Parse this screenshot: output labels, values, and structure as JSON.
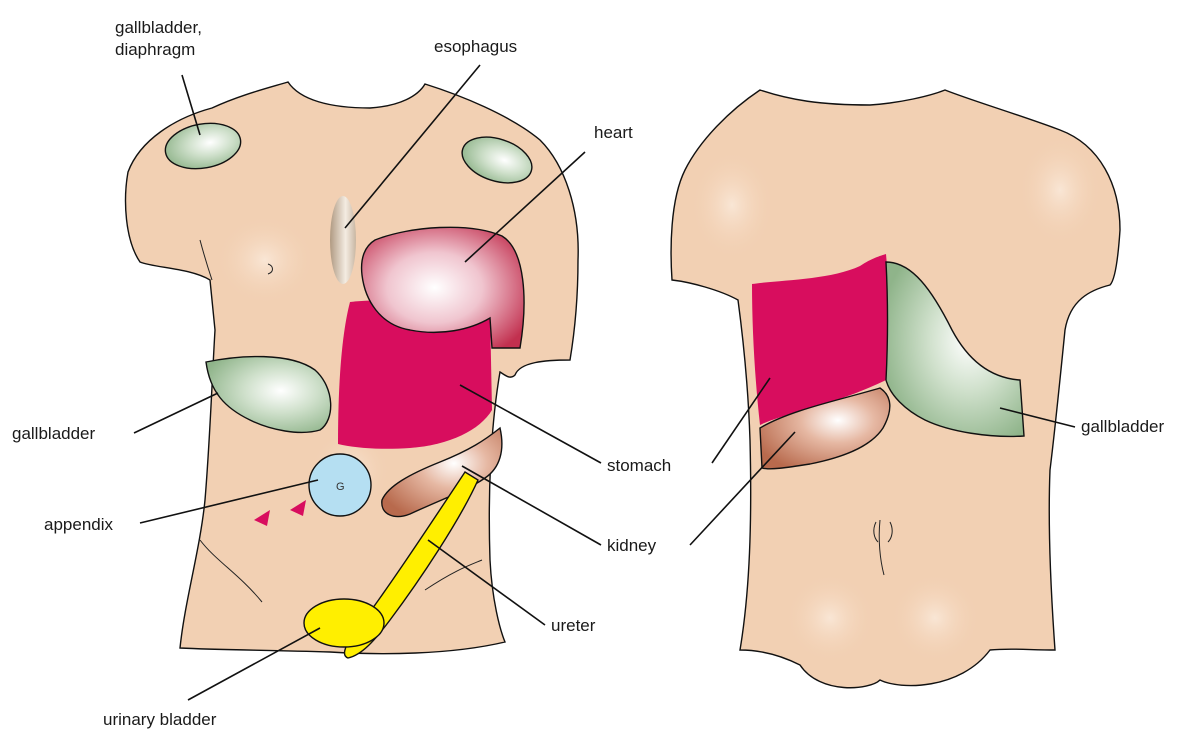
{
  "front_labels": {
    "gallbladder_diaphragm_line1": "gallbladder,",
    "gallbladder_diaphragm_line2": "diaphragm",
    "esophagus": "esophagus",
    "heart": "heart",
    "gallbladder": "gallbladder",
    "stomach": "stomach",
    "appendix": "appendix",
    "kidney": "kidney",
    "ureter": "ureter",
    "urinary_bladder": "urinary bladder",
    "appendix_marker": "G"
  },
  "back_labels": {
    "gallbladder": "gallbladder"
  },
  "colors": {
    "skin": "#f2d0b3",
    "skin_highlight": "#f7e0cc",
    "gallbladder_green": "#a9c7a4",
    "stomach_red": "#d80d5e",
    "heart_red": "#c2304f",
    "kidney_brown": "#c47a5c",
    "appendix_blue": "#b5dff2",
    "ureter_yellow": "#ffef00",
    "esophagus_tan": "#c9b39a"
  }
}
